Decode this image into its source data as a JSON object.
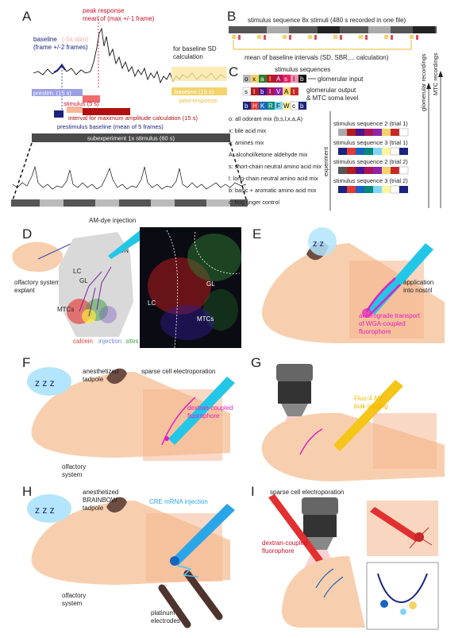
{
  "panels": {
    "A": {
      "letter": "A",
      "peak_line1": "peak response",
      "peak_line2": "mean of (max +/-1 frame)",
      "baseline_word": "baseline",
      "baseline_dim": "(-5s stim)",
      "baseline_frames": "(frame +/-2 frames)",
      "for_baseline_sd_1": "for baseline SD",
      "for_baseline_sd_2": "calculation",
      "prestim": "prestim. (15 s)",
      "stimulus": "stimulus (5 s)",
      "interval_max": "interval for maximum amplitude calculation (15 s)",
      "prestim_baseline": "prestimulus baseline (mean of 5 frames)",
      "baseline_post_1": "baseline (15 s)",
      "baseline_post_2": "post-response",
      "subexperiment": "subexperiment 1x stimulus (60 s)"
    },
    "B": {
      "letter": "B",
      "title": "stimulus sequence 8x stimuli (480 s recorded in one file)",
      "mean_baseline": "mean of baseline intervals (SD, SBR,... calculation)"
    },
    "C": {
      "letter": "C",
      "stimulus_sequences": "stimulus sequences",
      "glom_input": "glomerular input",
      "glom_output_1": "glomerular output",
      "glom_output_2": "& MTC soma level",
      "rows": [
        [
          "o",
          "x",
          "a",
          "I",
          "A",
          "s",
          "I",
          "b"
        ],
        [
          "s",
          "I",
          "b",
          "I",
          "V",
          "A",
          "t"
        ],
        [
          "b",
          "H",
          "K",
          "R",
          "F",
          "W",
          "c",
          "b"
        ]
      ],
      "legend": [
        "o: all odorant mix (b,s,l,x,a,A)",
        "x: bile acid mix",
        "a: amines mix",
        "A: alcohol/ketone aldehyde mix",
        "s: short-chain neutral amino acid mix",
        "l: long-chain neutral amino acid mix",
        "b: basic + aromatic amino acid mix",
        "c: frog ringer control"
      ],
      "experiment": "experiment",
      "glom_recordings": "glomerular recordings",
      "mtc_recordings": "MTC recordings",
      "trials": [
        "stimulus sequence 2 (trial 1)",
        "stimulus sequence 3 (trial 1)",
        "stimulus sequence 2 (trial 2)",
        "stimulus sequence 3 (trial 2)"
      ]
    },
    "D": {
      "letter": "D",
      "am_dye": "AM-dye injection",
      "on": "ON",
      "lc": "LC",
      "gl": "GL",
      "mtcs": "MTCs",
      "explant_1": "olfactory system",
      "explant_2": "explant",
      "calcein": "calcein",
      "injection": "injection",
      "sites": "sites",
      "micro_lc": "LC",
      "micro_gl": "GL",
      "micro_mtcs": "MTCs"
    },
    "E": {
      "letter": "E",
      "application_1": "application",
      "application_2": "into nostril",
      "transport_1": "anterograde transport",
      "transport_2": "of WGA-coupled",
      "transport_3": "fluorophore"
    },
    "F": {
      "letter": "F",
      "anesthetized_1": "anesthetized",
      "anesthetized_2": "tadpole",
      "sparse": "sparse cell electroporation",
      "dextran_1": "dextran-coupled",
      "dextran_2": "fluorophore",
      "olfactory_1": "olfactory",
      "olfactory_2": "system"
    },
    "G": {
      "letter": "G",
      "fluo_1": "Fluo-4 AM",
      "fluo_2": "bulk loading"
    },
    "H": {
      "letter": "H",
      "anesthetized_1": "anesthetized",
      "anesthetized_2": "BRAINBOW",
      "anesthetized_3": "tadpole",
      "cre": "CRE mRNA injection",
      "olfactory_1": "olfactory",
      "olfactory_2": "system",
      "platinum_1": "platinum",
      "platinum_2": "electrodes"
    },
    "I": {
      "letter": "I",
      "sparse": "sparse cell electroporation",
      "dextran_1": "dextran-coupled",
      "dextran_2": "fluorophore"
    }
  },
  "colors": {
    "peak": "#c8102e",
    "baseline_blue": "#1a237e",
    "prestim": "#9b9fe3",
    "stimulus": "#f26b6b",
    "interval": "#b01010",
    "baseline_post": "#f5d36b",
    "skin": "#f8cfae",
    "pink": "#e020c0",
    "cyan": "#22c7e8",
    "yellow_pipette": "#f5c518",
    "red_pipette": "#e23030",
    "blue_pipette": "#2aa6e8"
  }
}
